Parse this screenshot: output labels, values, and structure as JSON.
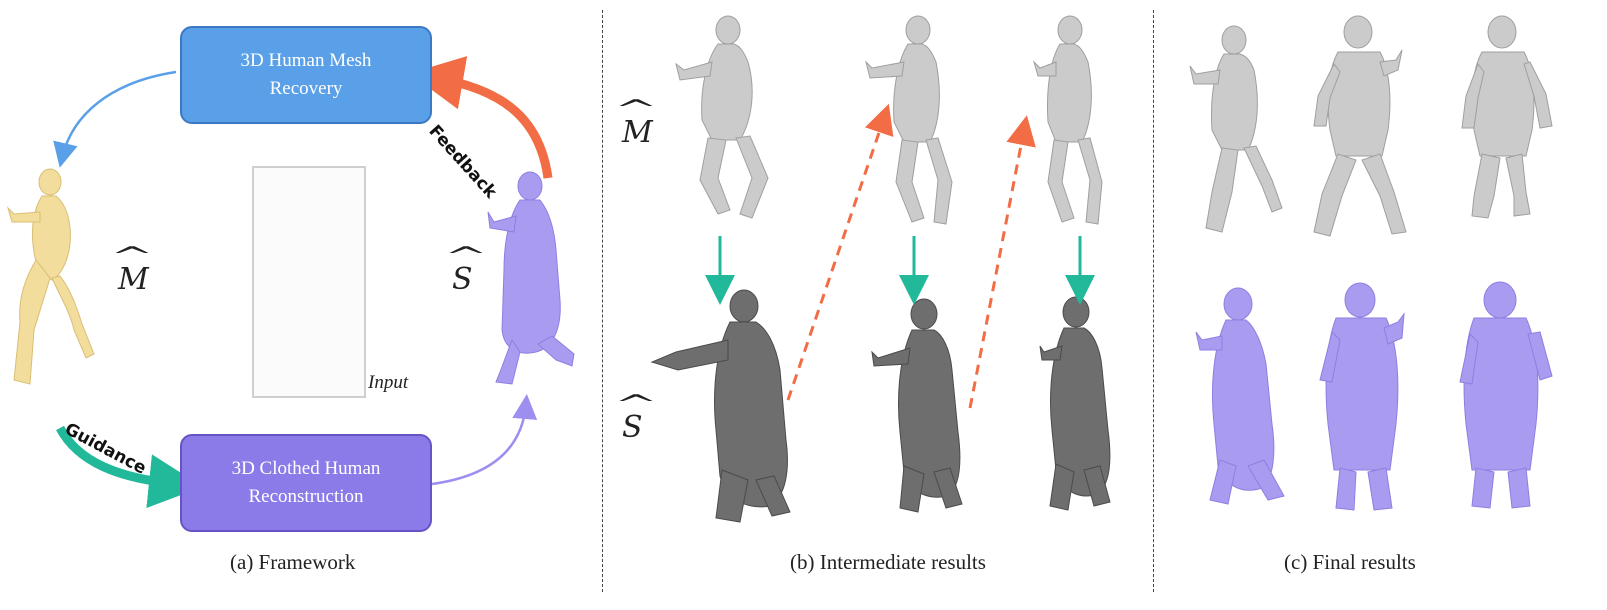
{
  "framework": {
    "mesh_recovery_box": {
      "line1": "3D Human Mesh",
      "line2": "Recovery"
    },
    "clothed_reconstruction_box": {
      "line1": "3D Clothed Human",
      "line2": "Reconstruction"
    },
    "feedback_label": "Feedback",
    "guidance_label": "Guidance",
    "mesh_symbol": "M",
    "surface_symbol": "S",
    "input_label": "Input"
  },
  "intermediate": {
    "mesh_symbol": "M",
    "surface_symbol": "S"
  },
  "captions": {
    "a": "(a) Framework",
    "b": "(b) Intermediate results",
    "c": "(c) Final results"
  },
  "colors": {
    "mesh_box": "#5aa0e8",
    "clothed_box": "#8b7be8",
    "feedback_arrow": "#f26d45",
    "guidance_arrow": "#22b89a",
    "smpl_yellow": "#f3dd9c",
    "clothed_purple": "#a99cf0",
    "mesh_grey": "#c8c8c8",
    "scan_dark": "#6e6e6e"
  }
}
